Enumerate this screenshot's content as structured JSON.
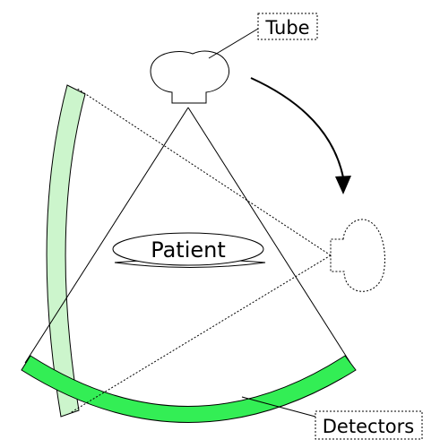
{
  "labels": {
    "tube": "Tube",
    "patient": "Patient",
    "detectors": "Detectors"
  },
  "colors": {
    "detector_active_fill": "#33ee55",
    "detector_ghost_fill": "#ccf5cc",
    "outline": "#000000"
  }
}
